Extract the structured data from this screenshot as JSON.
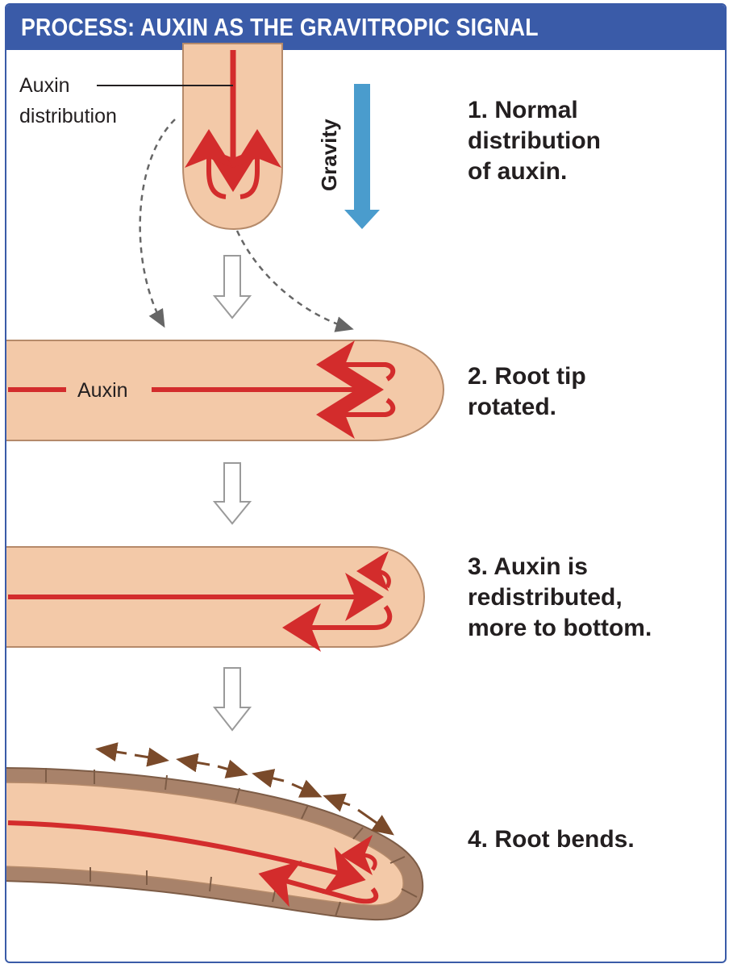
{
  "header": {
    "title": "PROCESS: AUXIN AS THE GRAVITROPIC SIGNAL"
  },
  "labels": {
    "auxin_distribution_line1": "Auxin",
    "auxin_distribution_line2": "distribution",
    "gravity": "Gravity",
    "auxin": "Auxin"
  },
  "steps": [
    {
      "lines": [
        "1. Normal",
        "distribution",
        "of auxin."
      ]
    },
    {
      "lines": [
        "2. Root tip",
        "rotated."
      ]
    },
    {
      "lines": [
        "3. Auxin is",
        "redistributed,",
        "more to bottom."
      ]
    },
    {
      "lines": [
        "4. Root bends."
      ]
    }
  ],
  "colors": {
    "header_bg": "#3a5ba8",
    "root_fill": "#f3c9a8",
    "root_outline": "#b58a6a",
    "auxin_arrow": "#d32c2c",
    "gravity_arrow": "#4a9ccd",
    "cell_wall": "#a8826a",
    "stretch_arrows": "#7a4a2a"
  }
}
